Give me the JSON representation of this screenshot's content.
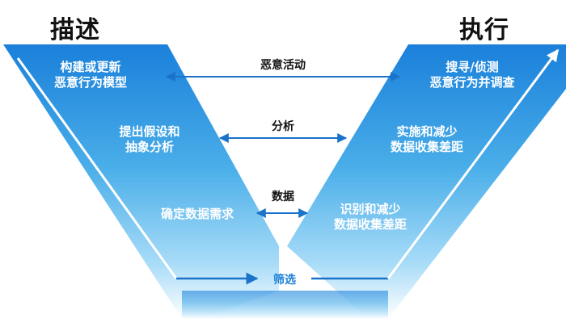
{
  "titles": {
    "left": "描述",
    "right": "执行"
  },
  "left_steps": [
    {
      "line1": "构建或更新",
      "line2": "恶意行为模型"
    },
    {
      "line1": "提出假设和",
      "line2": "抽象分析"
    },
    {
      "line1": "确定数据需求",
      "line2": ""
    }
  ],
  "right_steps": [
    {
      "line1": "搜寻/侦测",
      "line2": "恶意行为并调查"
    },
    {
      "line1": "实施和减少",
      "line2": "数据收集差距"
    },
    {
      "line1": "识别和减少",
      "line2": "数据收集差距"
    }
  ],
  "connectors": [
    {
      "label": "恶意活动"
    },
    {
      "label": "分析"
    },
    {
      "label": "数据"
    }
  ],
  "bottom": {
    "label": "筛选"
  },
  "colors": {
    "blue_dark": "#1a7fd8",
    "blue_light": "#bfe4fb",
    "arrow": "#1a73c9"
  }
}
